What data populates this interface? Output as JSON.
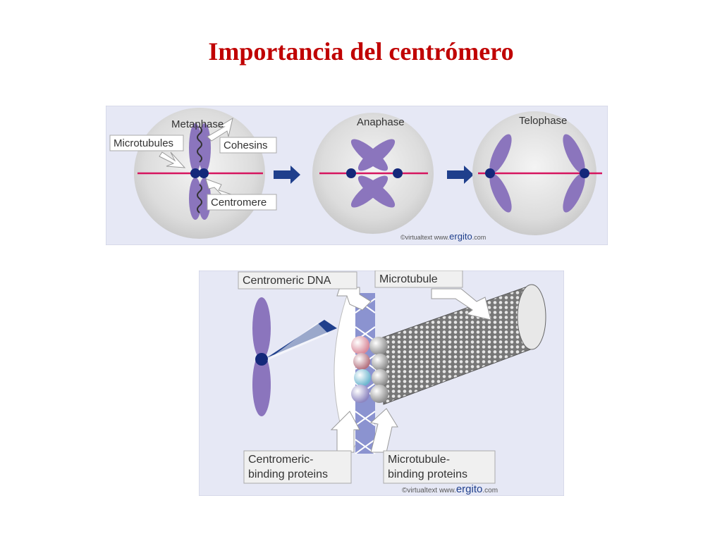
{
  "slide": {
    "title": "Importancia del centrómero"
  },
  "top_panel": {
    "stage_metaphase": "Metaphase",
    "stage_anaphase": "Anaphase",
    "stage_telophase": "Telophase",
    "label_microtubules": "Microtubules",
    "label_cohesins": "Cohesins",
    "label_centromere": "Centromere",
    "credit_prefix": "©virtualtext www.",
    "credit_brand": "ergito",
    "credit_suffix": ".com"
  },
  "bottom_panel": {
    "label_centromeric_dna": "Centromeric DNA",
    "label_microtubule": "Microtubule",
    "label_cbp_line1": "Centromeric-",
    "label_cbp_line2": "binding proteins",
    "label_mbp_line1": "Microtubule-",
    "label_mbp_line2": "binding proteins",
    "credit_prefix": "©virtualtext www.",
    "credit_brand": "ergito",
    "credit_suffix": ".com"
  },
  "colors": {
    "title": "#c00000",
    "panel_bg": "#e6e8f5",
    "chromosome": "#8b75bd",
    "spindle": "#d6155f",
    "centromere_dot": "#14287a",
    "arrow": "#1f3f8c",
    "brand": "#1f3f8c"
  }
}
